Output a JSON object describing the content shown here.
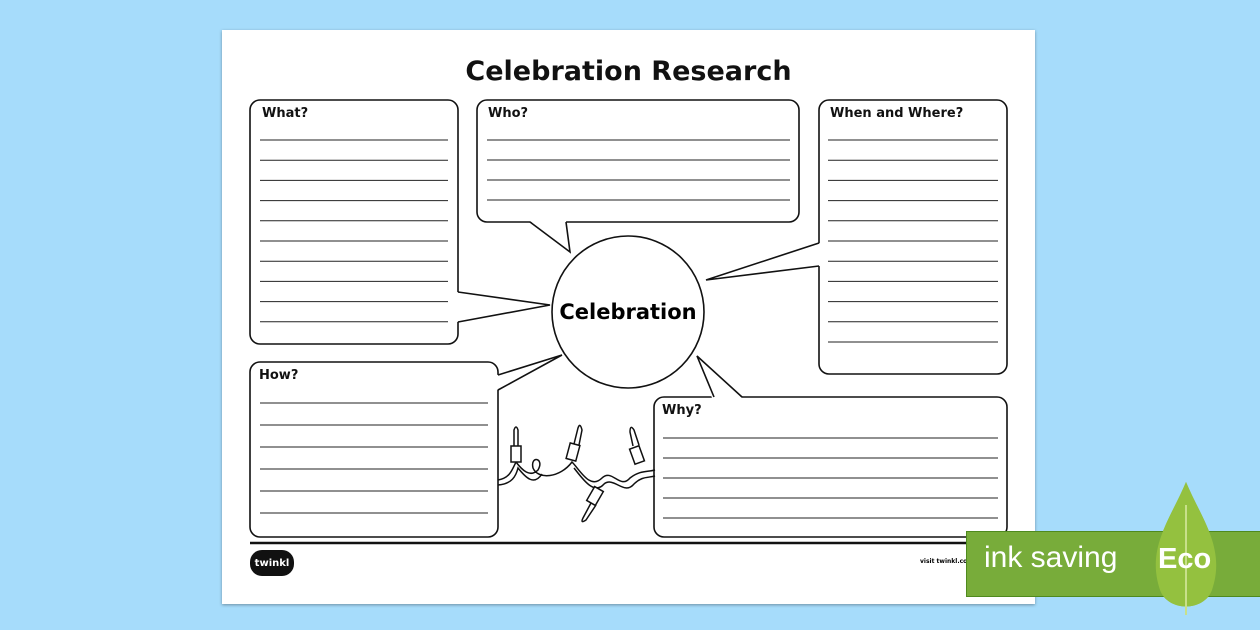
{
  "title": "Celebration Research",
  "center": "Celebration",
  "boxes": {
    "what": "What?",
    "who": "Who?",
    "when_where": "When and Where?",
    "how": "How?",
    "why": "Why?"
  },
  "footer": {
    "logo": "twinkl",
    "visit": "visit twinkl.co"
  },
  "badge": {
    "text": "ink saving",
    "label": "Eco",
    "color": "#78ac3a"
  }
}
